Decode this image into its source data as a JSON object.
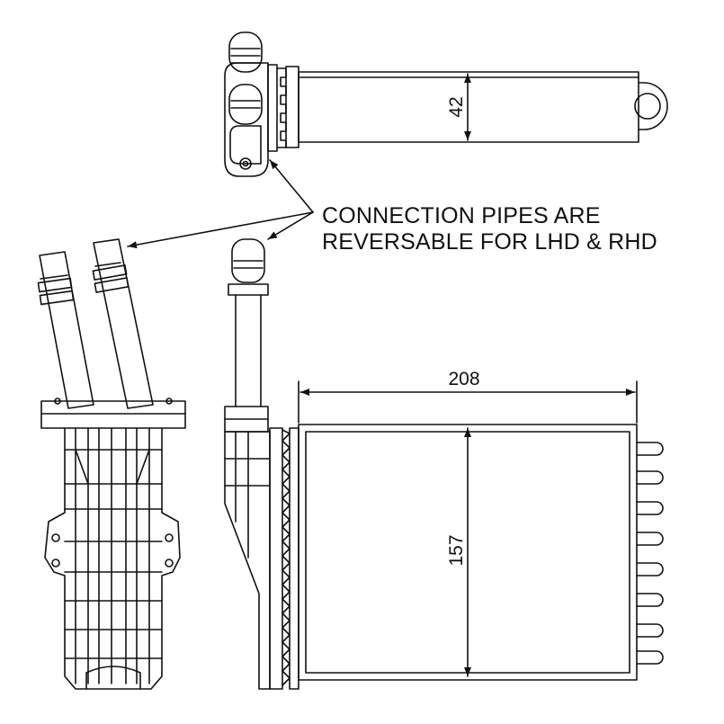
{
  "annotation": {
    "line1": "CONNECTION PIPES ARE",
    "line2": "REVERSABLE FOR LHD & RHD"
  },
  "dimensions": {
    "top_diameter": "42",
    "width": "208",
    "height": "157"
  }
}
